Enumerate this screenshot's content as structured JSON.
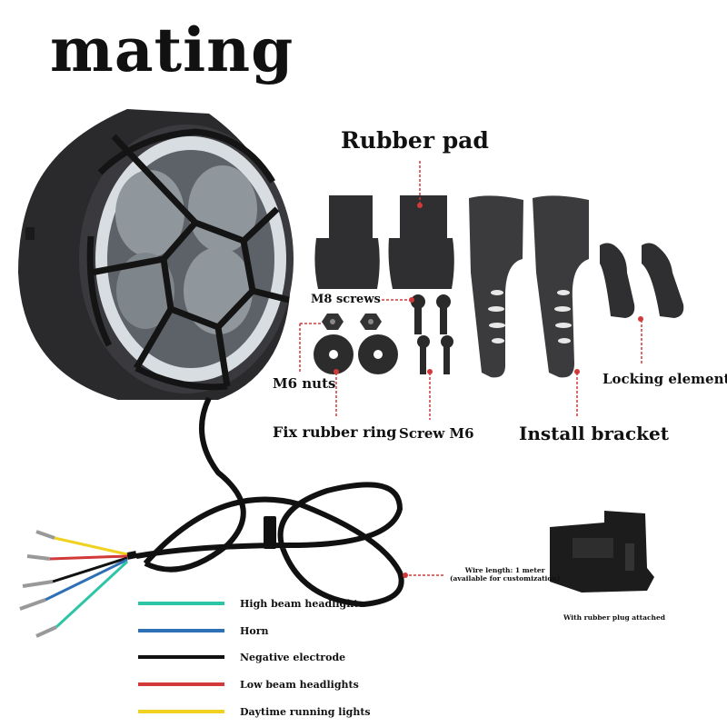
{
  "title": "mating",
  "parts": {
    "rubber_pad": "Rubber pad",
    "m8_screws": "M8 screws",
    "m6_nuts": "M6 nuts",
    "locking_element": "Locking element",
    "fix_rubber_ring": "Fix rubber ring",
    "screw_m6": "Screw M6",
    "install_bracket": "Install bracket"
  },
  "wire": {
    "length_line1": "Wire length: 1 meter",
    "length_line2": "(available for customization)",
    "plug_note": "With rubber plug attached"
  },
  "legend": [
    {
      "label": "High beam headlights",
      "color": "#2ec4a6"
    },
    {
      "label": "Horn",
      "color": "#2f6fb5"
    },
    {
      "label": "Negative electrode",
      "color": "#111111"
    },
    {
      "label": "Low beam headlights",
      "color": "#d23a3a"
    },
    {
      "label": "Daytime running lights",
      "color": "#f0d21e"
    }
  ]
}
